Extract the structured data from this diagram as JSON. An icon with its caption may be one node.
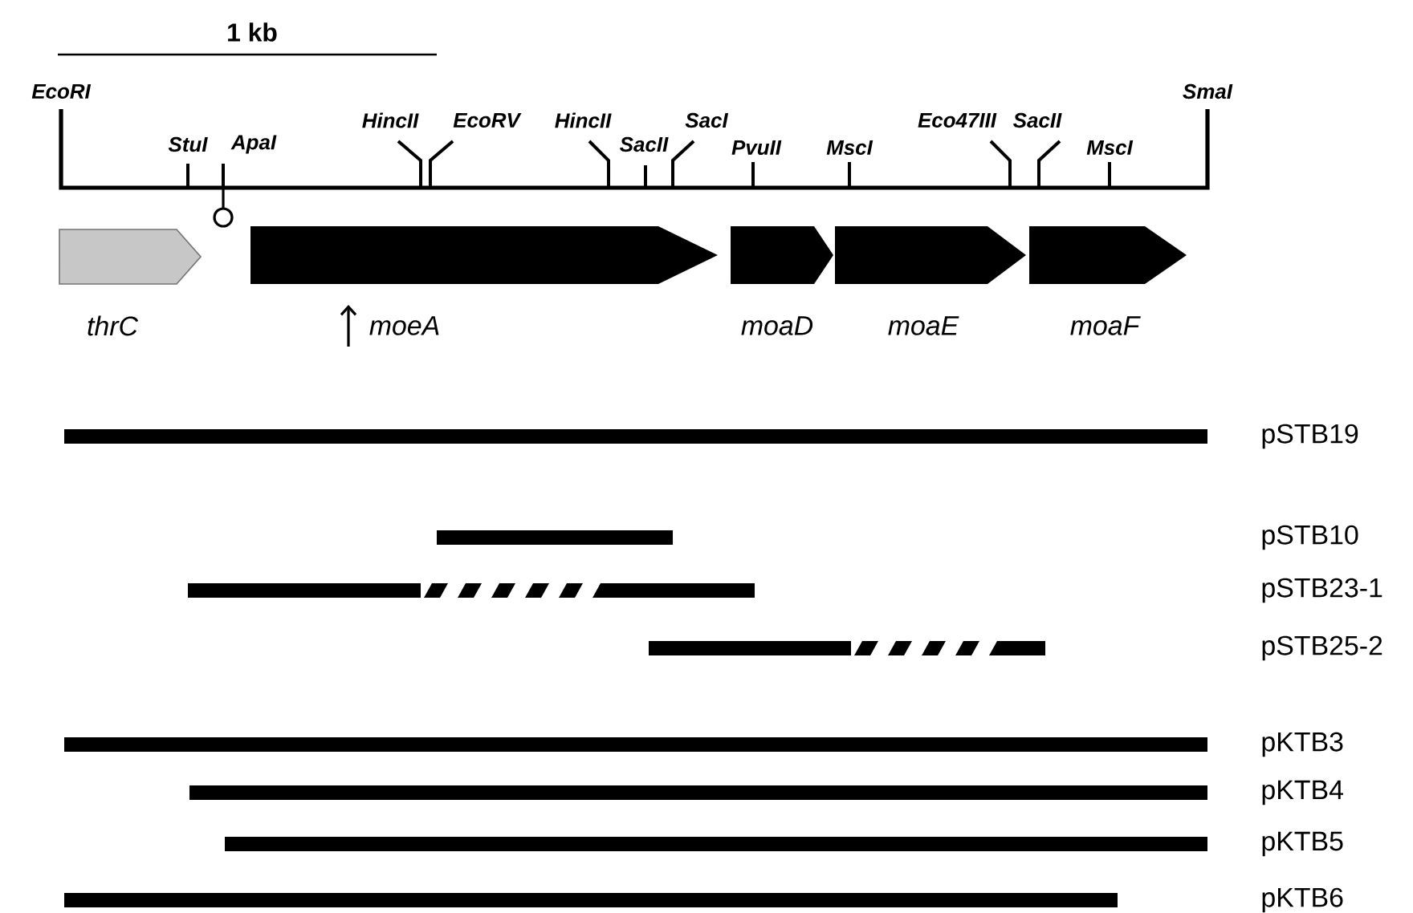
{
  "diagram": {
    "nodes": [
      {
        "text": [
          "thrC"
        ]
      },
      {
        "text": [
          "moeA"
        ]
      },
      {
        "text": [
          "moaD"
        ]
      },
      {
        "text": [
          "moaE"
        ]
      },
      {
        "text": [
          "moaF"
        ]
      }
    ],
    "edges": [],
    "labels": [
      "1 kb",
      "EcoRI",
      "StuI",
      "ApaI",
      "HincII",
      "EcoRV",
      "HincII",
      "SacII",
      "SacI",
      "PvuII",
      "MscI",
      "Eco47III",
      "SacII",
      "MscI",
      "SmaI",
      "pSTB19",
      "pSTB10",
      "pSTB23-1",
      "pSTB25-2",
      "pKTB3",
      "pKTB4",
      "pKTB5",
      "pKTB6"
    ]
  }
}
